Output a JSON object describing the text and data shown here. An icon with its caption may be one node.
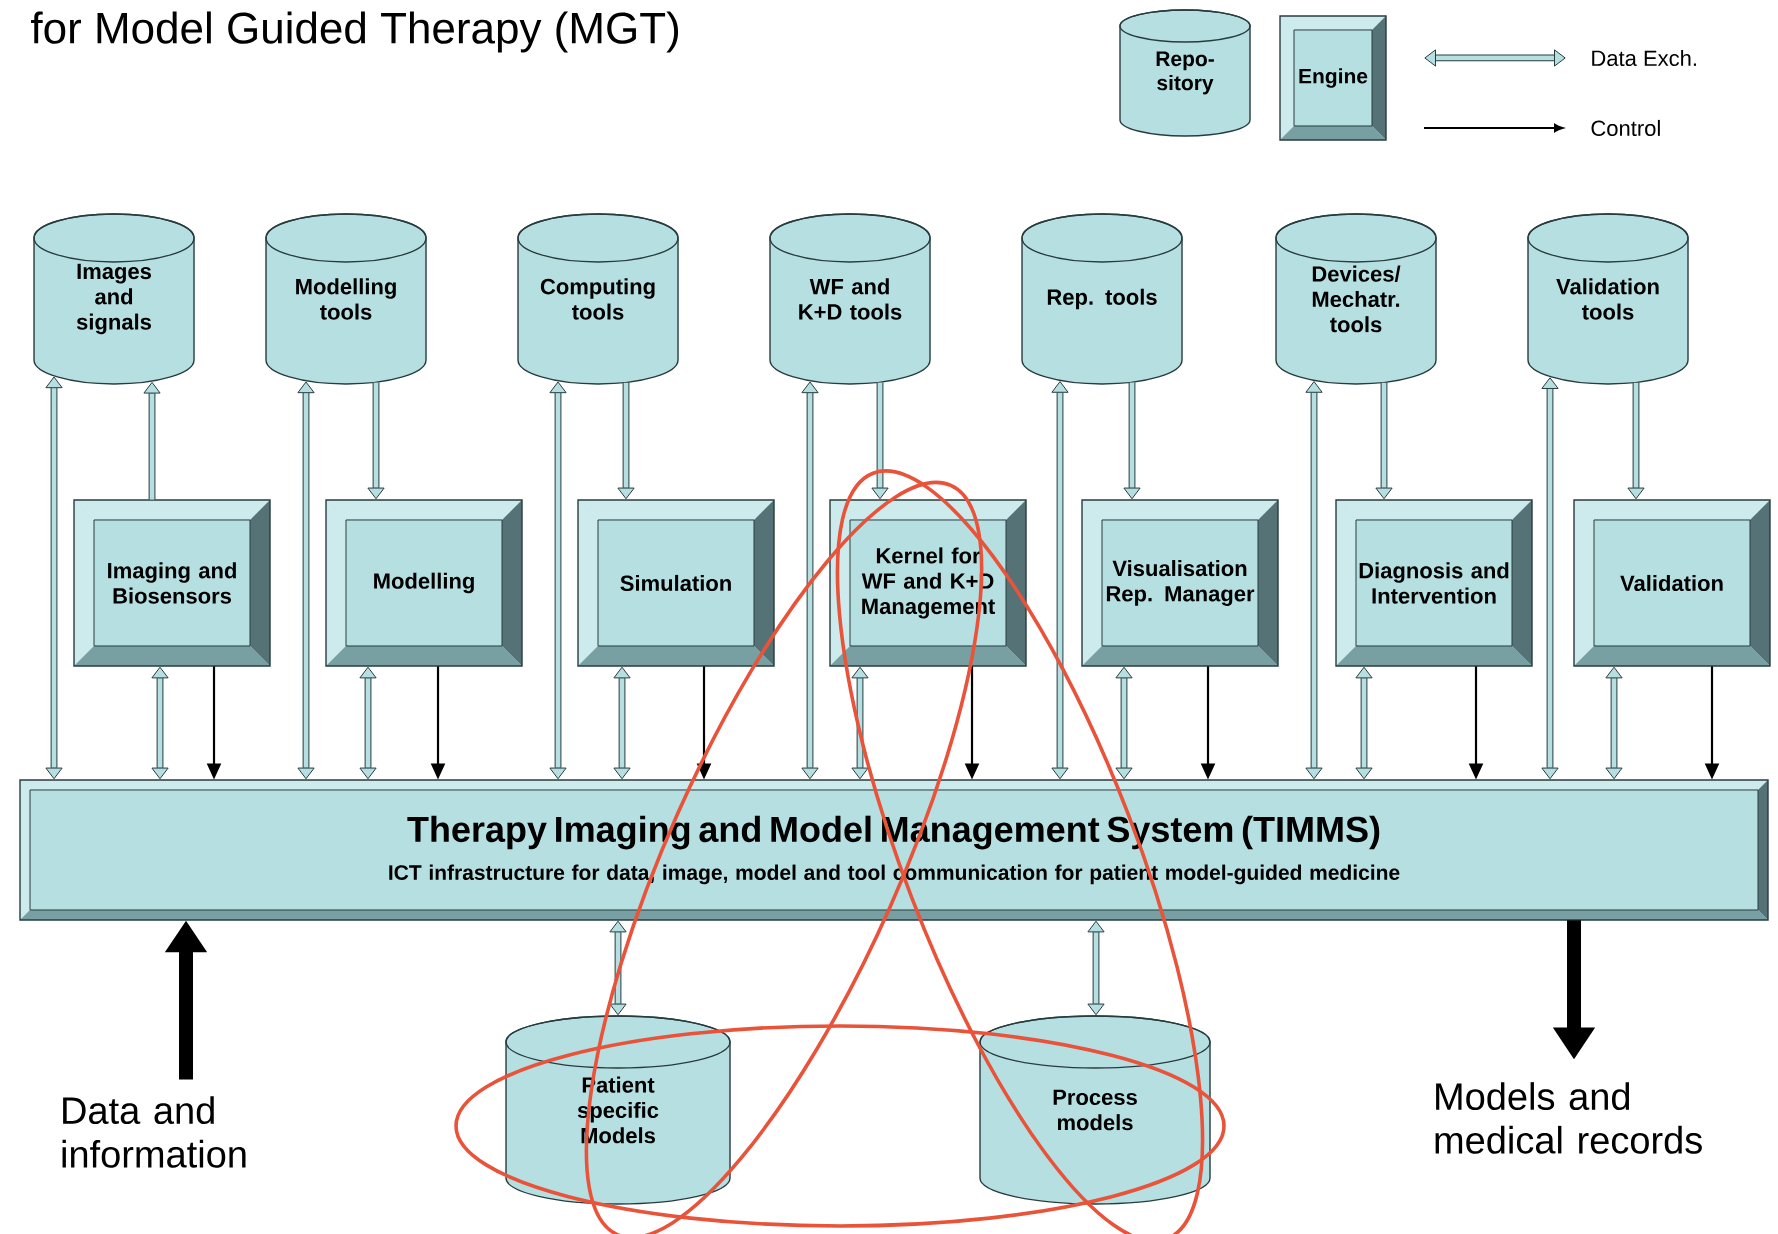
{
  "diagram": {
    "title": "for Model Guided Therapy (MGT)",
    "nodes": [
      {
        "text": [
          "Repo- sitory"
        ]
      },
      {
        "text": [
          "Engine"
        ]
      },
      {
        "text": [
          "Images and signals"
        ]
      },
      {
        "text": [
          "Modelling tools"
        ]
      },
      {
        "text": [
          "Computing tools"
        ]
      },
      {
        "text": [
          "WF and K+D tools"
        ]
      },
      {
        "text": [
          "Rep. tools"
        ]
      },
      {
        "text": [
          "Devices/ Mechatr. tools"
        ]
      },
      {
        "text": [
          "Validation tools"
        ]
      },
      {
        "text": [
          "Imaging and Biosensors"
        ]
      },
      {
        "text": [
          "Modelling"
        ]
      },
      {
        "text": [
          "Simulation"
        ]
      },
      {
        "text": [
          "Kernel for WF and K+D Management"
        ]
      },
      {
        "text": [
          "Visualisation Rep. Manager"
        ]
      },
      {
        "text": [
          "Diagnosis and Intervention"
        ]
      },
      {
        "text": [
          "Validation"
        ]
      },
      {
        "text": [
          "Therapy Imaging and Model Management System (TIMMS)",
          "ICT infrastructure for data, image, model and tool communication for patient model-guided medicine"
        ]
      },
      {
        "text": [
          "Patient specific Models"
        ]
      },
      {
        "text": [
          "Process models"
        ]
      },
      {
        "text": [
          "Data and information"
        ]
      },
      {
        "text": [
          "Models and medical records"
        ]
      }
    ],
    "edges": [
      {
        "from": 2,
        "to": 16,
        "arrow": "both"
      },
      {
        "from": 9,
        "to": 2,
        "arrow": "to"
      },
      {
        "from": 9,
        "to": 16,
        "arrow": "both"
      },
      {
        "from": 9,
        "to": 16,
        "arrow": "to",
        "color": "#000000"
      },
      {
        "from": 3,
        "to": 16,
        "arrow": "both"
      },
      {
        "from": 3,
        "to": 10,
        "arrow": "to"
      },
      {
        "from": 10,
        "to": 16,
        "arrow": "both"
      },
      {
        "from": 10,
        "to": 16,
        "arrow": "to",
        "color": "#000000"
      },
      {
        "from": 4,
        "to": 16,
        "arrow": "both"
      },
      {
        "from": 4,
        "to": 11,
        "arrow": "to"
      },
      {
        "from": 11,
        "to": 16,
        "arrow": "both"
      },
      {
        "from": 11,
        "to": 16,
        "arrow": "to",
        "color": "#000000"
      },
      {
        "from": 5,
        "to": 16,
        "arrow": "both"
      },
      {
        "from": 5,
        "to": 12,
        "arrow": "to"
      },
      {
        "from": 12,
        "to": 16,
        "arrow": "both"
      },
      {
        "from": 12,
        "to": 16,
        "arrow": "to",
        "color": "#000000"
      },
      {
        "from": 6,
        "to": 16,
        "arrow": "both"
      },
      {
        "from": 6,
        "to": 13,
        "arrow": "to"
      },
      {
        "from": 13,
        "to": 16,
        "arrow": "both"
      },
      {
        "from": 13,
        "to": 16,
        "arrow": "to",
        "color": "#000000"
      },
      {
        "from": 7,
        "to": 16,
        "arrow": "both"
      },
      {
        "from": 7,
        "to": 14,
        "arrow": "to"
      },
      {
        "from": 14,
        "to": 16,
        "arrow": "both"
      },
      {
        "from": 14,
        "to": 16,
        "arrow": "to",
        "color": "#000000"
      },
      {
        "from": 8,
        "to": 16,
        "arrow": "both"
      },
      {
        "from": 8,
        "to": 15,
        "arrow": "to"
      },
      {
        "from": 15,
        "to": 16,
        "arrow": "both"
      },
      {
        "from": 15,
        "to": 16,
        "arrow": "to",
        "color": "#000000"
      },
      {
        "from": 16,
        "to": 17,
        "arrow": "both"
      },
      {
        "from": 16,
        "to": 18,
        "arrow": "both"
      },
      {
        "from": 19,
        "to": 16,
        "arrow": "to",
        "style": "thick",
        "color": "#000000"
      },
      {
        "from": 16,
        "to": 20,
        "arrow": "to",
        "style": "thick",
        "color": "#000000"
      }
    ],
    "legend": [
      {
        "text": "Data Exch."
      },
      {
        "text": "Control"
      }
    ]
  }
}
